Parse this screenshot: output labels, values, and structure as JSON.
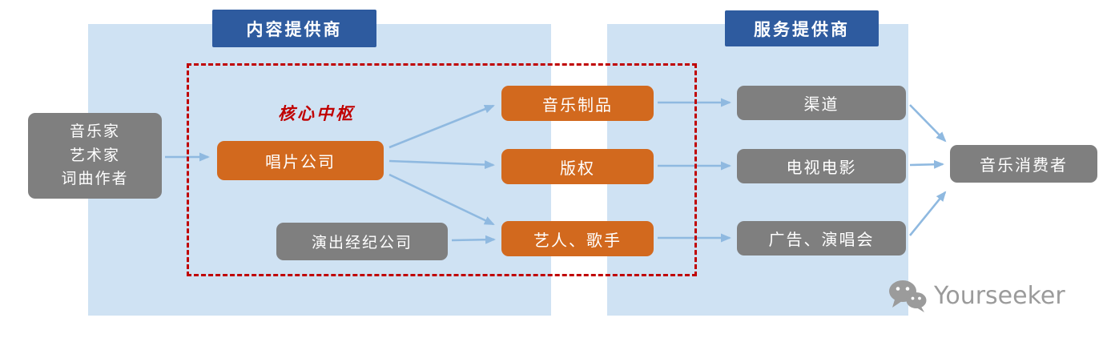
{
  "diagram": {
    "headers": {
      "content_provider": "内容提供商",
      "service_provider": "服务提供商"
    },
    "core_hub_label": "核心中枢",
    "nodes": {
      "creators": {
        "lines": [
          "音乐家",
          "艺术家",
          "词曲作者"
        ]
      },
      "record_company": "唱片公司",
      "performance_agency": "演出经纪公司",
      "music_products": "音乐制品",
      "copyright": "版权",
      "artists_singers": "艺人、歌手",
      "channels": "渠道",
      "tv_movies": "电视电影",
      "ads_concerts": "广告、演唱会",
      "music_consumers": "音乐消费者"
    },
    "connections": [
      {
        "from": "creators",
        "to": "record_company"
      },
      {
        "from": "record_company",
        "to": "music_products"
      },
      {
        "from": "record_company",
        "to": "copyright"
      },
      {
        "from": "record_company",
        "to": "artists_singers"
      },
      {
        "from": "performance_agency",
        "to": "artists_singers"
      },
      {
        "from": "music_products",
        "to": "channels"
      },
      {
        "from": "copyright",
        "to": "tv_movies"
      },
      {
        "from": "artists_singers",
        "to": "ads_concerts"
      },
      {
        "from": "channels",
        "to": "music_consumers"
      },
      {
        "from": "tv_movies",
        "to": "music_consumers"
      },
      {
        "from": "ads_concerts",
        "to": "music_consumers"
      }
    ],
    "watermark": {
      "brand": "Yourseeker",
      "icon": "wechat-icon"
    },
    "colors": {
      "panel_bg": "#cfe2f3",
      "header_bg": "#2e5b9f",
      "orange_node": "#d2691e",
      "gray_node": "#7f7f7f",
      "dashed_border": "#c00000",
      "arrow": "#8fb9e0",
      "core_hub_text": "#c00000",
      "watermark_text": "#9b9b9b"
    }
  }
}
